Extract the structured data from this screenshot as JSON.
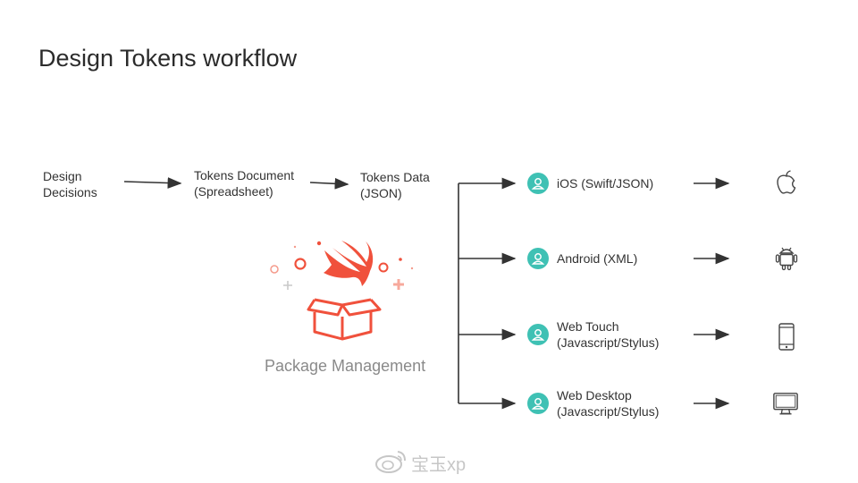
{
  "title": "Design Tokens workflow",
  "nodes": {
    "design_decisions": [
      "Design",
      "Decisions"
    ],
    "tokens_document": [
      "Tokens Document",
      "(Spreadsheet)"
    ],
    "tokens_data": [
      "Tokens Data",
      "(JSON)"
    ]
  },
  "package_label": "Package Management",
  "targets": [
    {
      "lines": [
        "iOS (Swift/JSON)"
      ],
      "icon": "apple-icon"
    },
    {
      "lines": [
        "Android (XML)"
      ],
      "icon": "android-icon"
    },
    {
      "lines": [
        "Web Touch",
        "(Javascript/Stylus)"
      ],
      "icon": "smartphone-icon"
    },
    {
      "lines": [
        "Web Desktop",
        "(Javascript/Stylus)"
      ],
      "icon": "monitor-icon"
    }
  ],
  "watermark": "宝玉xp",
  "colors": {
    "badge": "#3fc1b4",
    "swift": "#f0513c",
    "arrow": "#333333"
  }
}
